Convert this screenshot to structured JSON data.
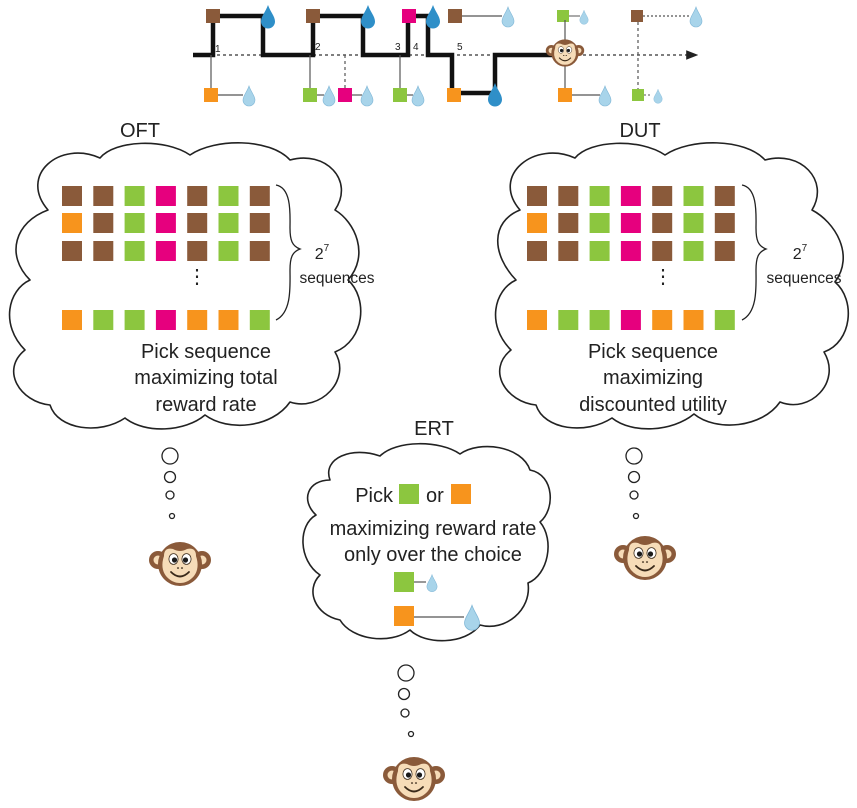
{
  "timeline": {
    "markers": [
      "1",
      "2",
      "3",
      "4",
      "5"
    ]
  },
  "panels": {
    "oft": {
      "title": "OFT",
      "count_base": "2",
      "count_exp": "7",
      "count_label": "sequences",
      "text": [
        "Pick sequence",
        "maximizing total",
        "reward rate"
      ]
    },
    "dut": {
      "title": "DUT",
      "count_base": "2",
      "count_exp": "7",
      "count_label": "sequences",
      "text": [
        "Pick sequence",
        "maximizing",
        "discounted utility"
      ]
    },
    "ert": {
      "title": "ERT",
      "pick_word": "Pick",
      "or_word": "or",
      "text": [
        "maximizing reward rate",
        "only over the choice"
      ]
    }
  },
  "colors": {
    "brown": "#8a5a3a",
    "green": "#8cc63f",
    "magenta": "#e6007e",
    "orange": "#f7941d",
    "water": "#a8d4ea",
    "water_dark": "#2f8fc8",
    "monkey": "#8a5a3a",
    "monkey_face": "#f6dcb8"
  },
  "grids": {
    "oft_rows": [
      [
        "brown",
        "brown",
        "green",
        "magenta",
        "brown",
        "green",
        "brown"
      ],
      [
        "orange",
        "brown",
        "green",
        "magenta",
        "brown",
        "green",
        "brown"
      ],
      [
        "brown",
        "brown",
        "green",
        "magenta",
        "brown",
        "green",
        "brown"
      ],
      [
        "orange",
        "green",
        "green",
        "magenta",
        "orange",
        "orange",
        "green"
      ]
    ],
    "dut_rows": [
      [
        "brown",
        "brown",
        "green",
        "magenta",
        "brown",
        "green",
        "brown"
      ],
      [
        "orange",
        "brown",
        "green",
        "magenta",
        "brown",
        "green",
        "brown"
      ],
      [
        "brown",
        "brown",
        "green",
        "magenta",
        "brown",
        "green",
        "brown"
      ],
      [
        "orange",
        "green",
        "green",
        "magenta",
        "orange",
        "orange",
        "green"
      ]
    ]
  }
}
